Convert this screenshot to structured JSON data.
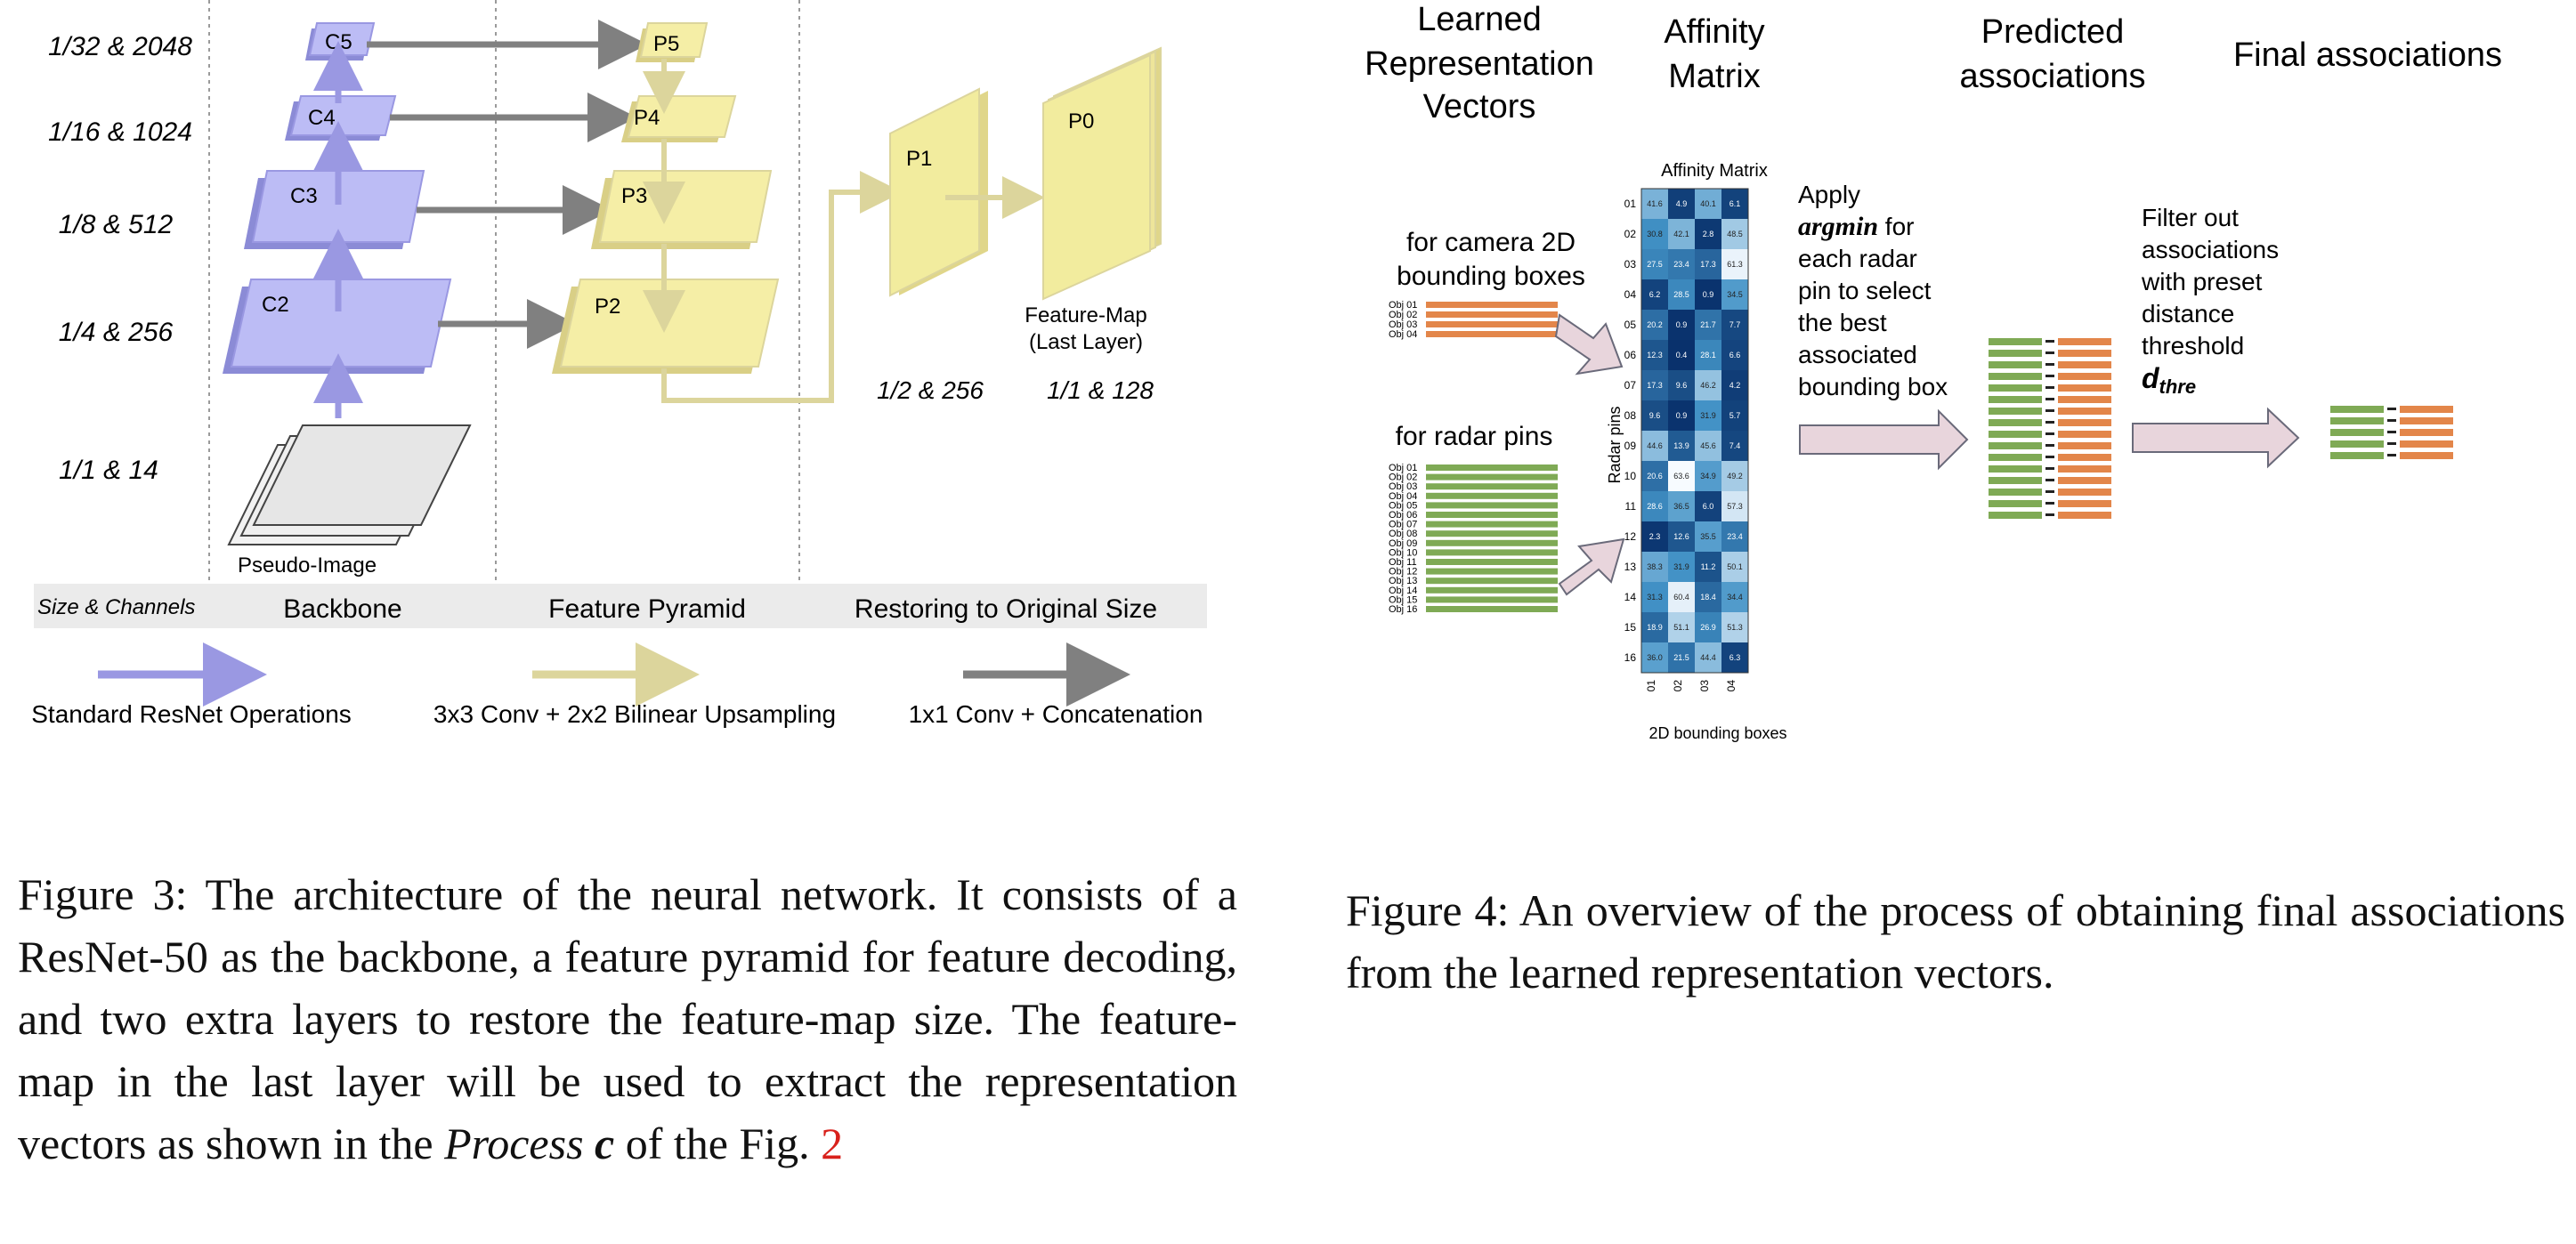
{
  "fig3": {
    "scale_labels": [
      "1/32 & 2048",
      "1/16 & 1024",
      "1/8 & 512",
      "1/4 & 256",
      "1/1 & 14"
    ],
    "backbone_blocks": [
      "C5",
      "C4",
      "C3",
      "C2"
    ],
    "pyramid_blocks": [
      "P5",
      "P4",
      "P3",
      "P2"
    ],
    "restore_blocks": [
      "P1",
      "P0"
    ],
    "pseudo_image_label": "Pseudo-Image",
    "feature_map_label_line1": "Feature-Map",
    "feature_map_label_line2": "(Last Layer)",
    "restore_scale_1": "1/2 & 256",
    "restore_scale_2": "1/1 & 128",
    "band": {
      "size_channels": "Size & Channels",
      "backbone": "Backbone",
      "feature_pyramid": "Feature Pyramid",
      "restoring": "Restoring to Original Size"
    },
    "legend": {
      "resnet": "Standard ResNet Operations",
      "conv_upsample": "3x3 Conv + 2x2 Bilinear Upsampling",
      "conv_concat": "1x1 Conv + Concatenation"
    },
    "colors": {
      "backbone": "#b8b8f0",
      "pyramid": "#f5eea6",
      "restore": "#ecec9a",
      "purple_arrow": "#9a98e2",
      "yellow_arrow": "#dcd59c",
      "gray_arrow": "#808080"
    },
    "caption": {
      "main": "Figure 3: The architecture of the neural network. It consists of a ResNet-50 as the backbone, a feature pyramid for feature decoding, and two extra layers to restore the feature-map size. The feature-map in the last layer will be used to extract the representation vectors as shown in the ",
      "process_italic": "Process ",
      "process_bold": "c",
      "of_fig": " of the Fig. ",
      "ref": "2"
    }
  },
  "fig4": {
    "headers": {
      "learned_1": "Learned",
      "learned_2": "Representation",
      "learned_3": "Vectors",
      "affinity_1": "Affinity",
      "affinity_2": "Matrix",
      "predicted_1": "Predicted",
      "predicted_2": "associations",
      "final": "Final associations"
    },
    "camera_label_1": "for camera 2D",
    "camera_label_2": "bounding boxes",
    "radar_label": "for radar pins",
    "camera_objs": [
      "Obj 01",
      "Obj 02",
      "Obj 03",
      "Obj 04"
    ],
    "radar_objs": [
      "Obj 01",
      "Obj 02",
      "Obj 03",
      "Obj 04",
      "Obj 05",
      "Obj 06",
      "Obj 07",
      "Obj 08",
      "Obj 09",
      "Obj 10",
      "Obj 11",
      "Obj 12",
      "Obj 13",
      "Obj 14",
      "Obj 15",
      "Obj 16"
    ],
    "apply_text": [
      "Apply",
      "argmin",
      " for",
      "each radar",
      "pin to select",
      "the best",
      "associated",
      "bounding box"
    ],
    "filter_text": [
      "Filter out",
      "associations",
      "with preset",
      "distance",
      "threshold"
    ],
    "dthre": "d",
    "dthre_sub": "thre",
    "colors": {
      "camera": "#e3864a",
      "radar": "#7faa55",
      "arrow_fill": "#e8d5dc",
      "arrow_stroke": "#6a6a7a"
    },
    "caption": "Figure 4: An overview of the process of obtaining final associations from the learned representation vectors."
  },
  "chart_data": {
    "type": "heatmap",
    "title": "Affinity Matrix",
    "xlabel": "2D bounding boxes",
    "ylabel": "Radar pins",
    "x_ticks": [
      "01",
      "02",
      "03",
      "04"
    ],
    "y_ticks": [
      "01",
      "02",
      "03",
      "04",
      "05",
      "06",
      "07",
      "08",
      "09",
      "10",
      "11",
      "12",
      "13",
      "14",
      "15",
      "16"
    ],
    "values": [
      [
        41.6,
        4.9,
        40.1,
        6.1
      ],
      [
        30.8,
        42.1,
        2.8,
        48.5
      ],
      [
        27.5,
        23.4,
        17.3,
        61.3
      ],
      [
        6.2,
        28.5,
        0.9,
        34.5
      ],
      [
        20.2,
        0.9,
        21.7,
        7.7
      ],
      [
        12.3,
        0.4,
        28.1,
        6.6
      ],
      [
        17.3,
        9.6,
        46.2,
        4.2
      ],
      [
        9.6,
        0.9,
        31.9,
        5.7
      ],
      [
        44.6,
        13.9,
        45.6,
        7.4
      ],
      [
        20.6,
        63.6,
        34.9,
        49.2
      ],
      [
        28.6,
        36.5,
        6.0,
        57.3
      ],
      [
        2.3,
        12.6,
        35.5,
        23.4
      ],
      [
        38.3,
        31.9,
        11.2,
        50.1
      ],
      [
        31.3,
        60.4,
        18.4,
        34.4
      ],
      [
        18.9,
        51.1,
        26.9,
        51.3
      ],
      [
        36.0,
        21.5,
        44.4,
        6.3
      ]
    ],
    "colormap": "Blues_r"
  }
}
